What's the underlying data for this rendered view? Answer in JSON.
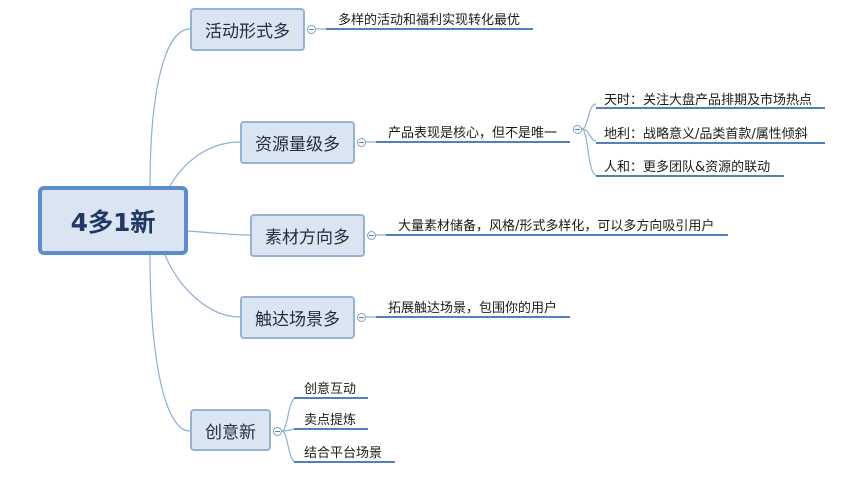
{
  "root": {
    "label": "4多1新"
  },
  "branches": [
    {
      "label": "活动形式多",
      "children": [
        {
          "label": "多样的活动和福利实现转化最优"
        }
      ]
    },
    {
      "label": "资源量级多",
      "children": [
        {
          "label": "产品表现是核心，但不是唯一",
          "children": [
            {
              "label": "天时：关注大盘产品排期及市场热点"
            },
            {
              "label": "地利：战略意义/品类首款/属性倾斜"
            },
            {
              "label": "人和：更多团队&资源的联动"
            }
          ]
        }
      ]
    },
    {
      "label": "素材方向多",
      "children": [
        {
          "label": "大量素材储备，风格/形式多样化，可以多方向吸引用户"
        }
      ]
    },
    {
      "label": "触达场景多",
      "children": [
        {
          "label": "拓展触达场景，包围你的用户"
        }
      ]
    },
    {
      "label": "创意新",
      "children": [
        {
          "label": "创意互动"
        },
        {
          "label": "卖点提炼"
        },
        {
          "label": "结合平台场景"
        }
      ]
    }
  ],
  "colors": {
    "connector": "#8eaed6",
    "underline": "#4f81bd",
    "node_fill": "#dbe5f1",
    "node_border": "#95b3d7",
    "root_border": "#5b8bd0"
  }
}
